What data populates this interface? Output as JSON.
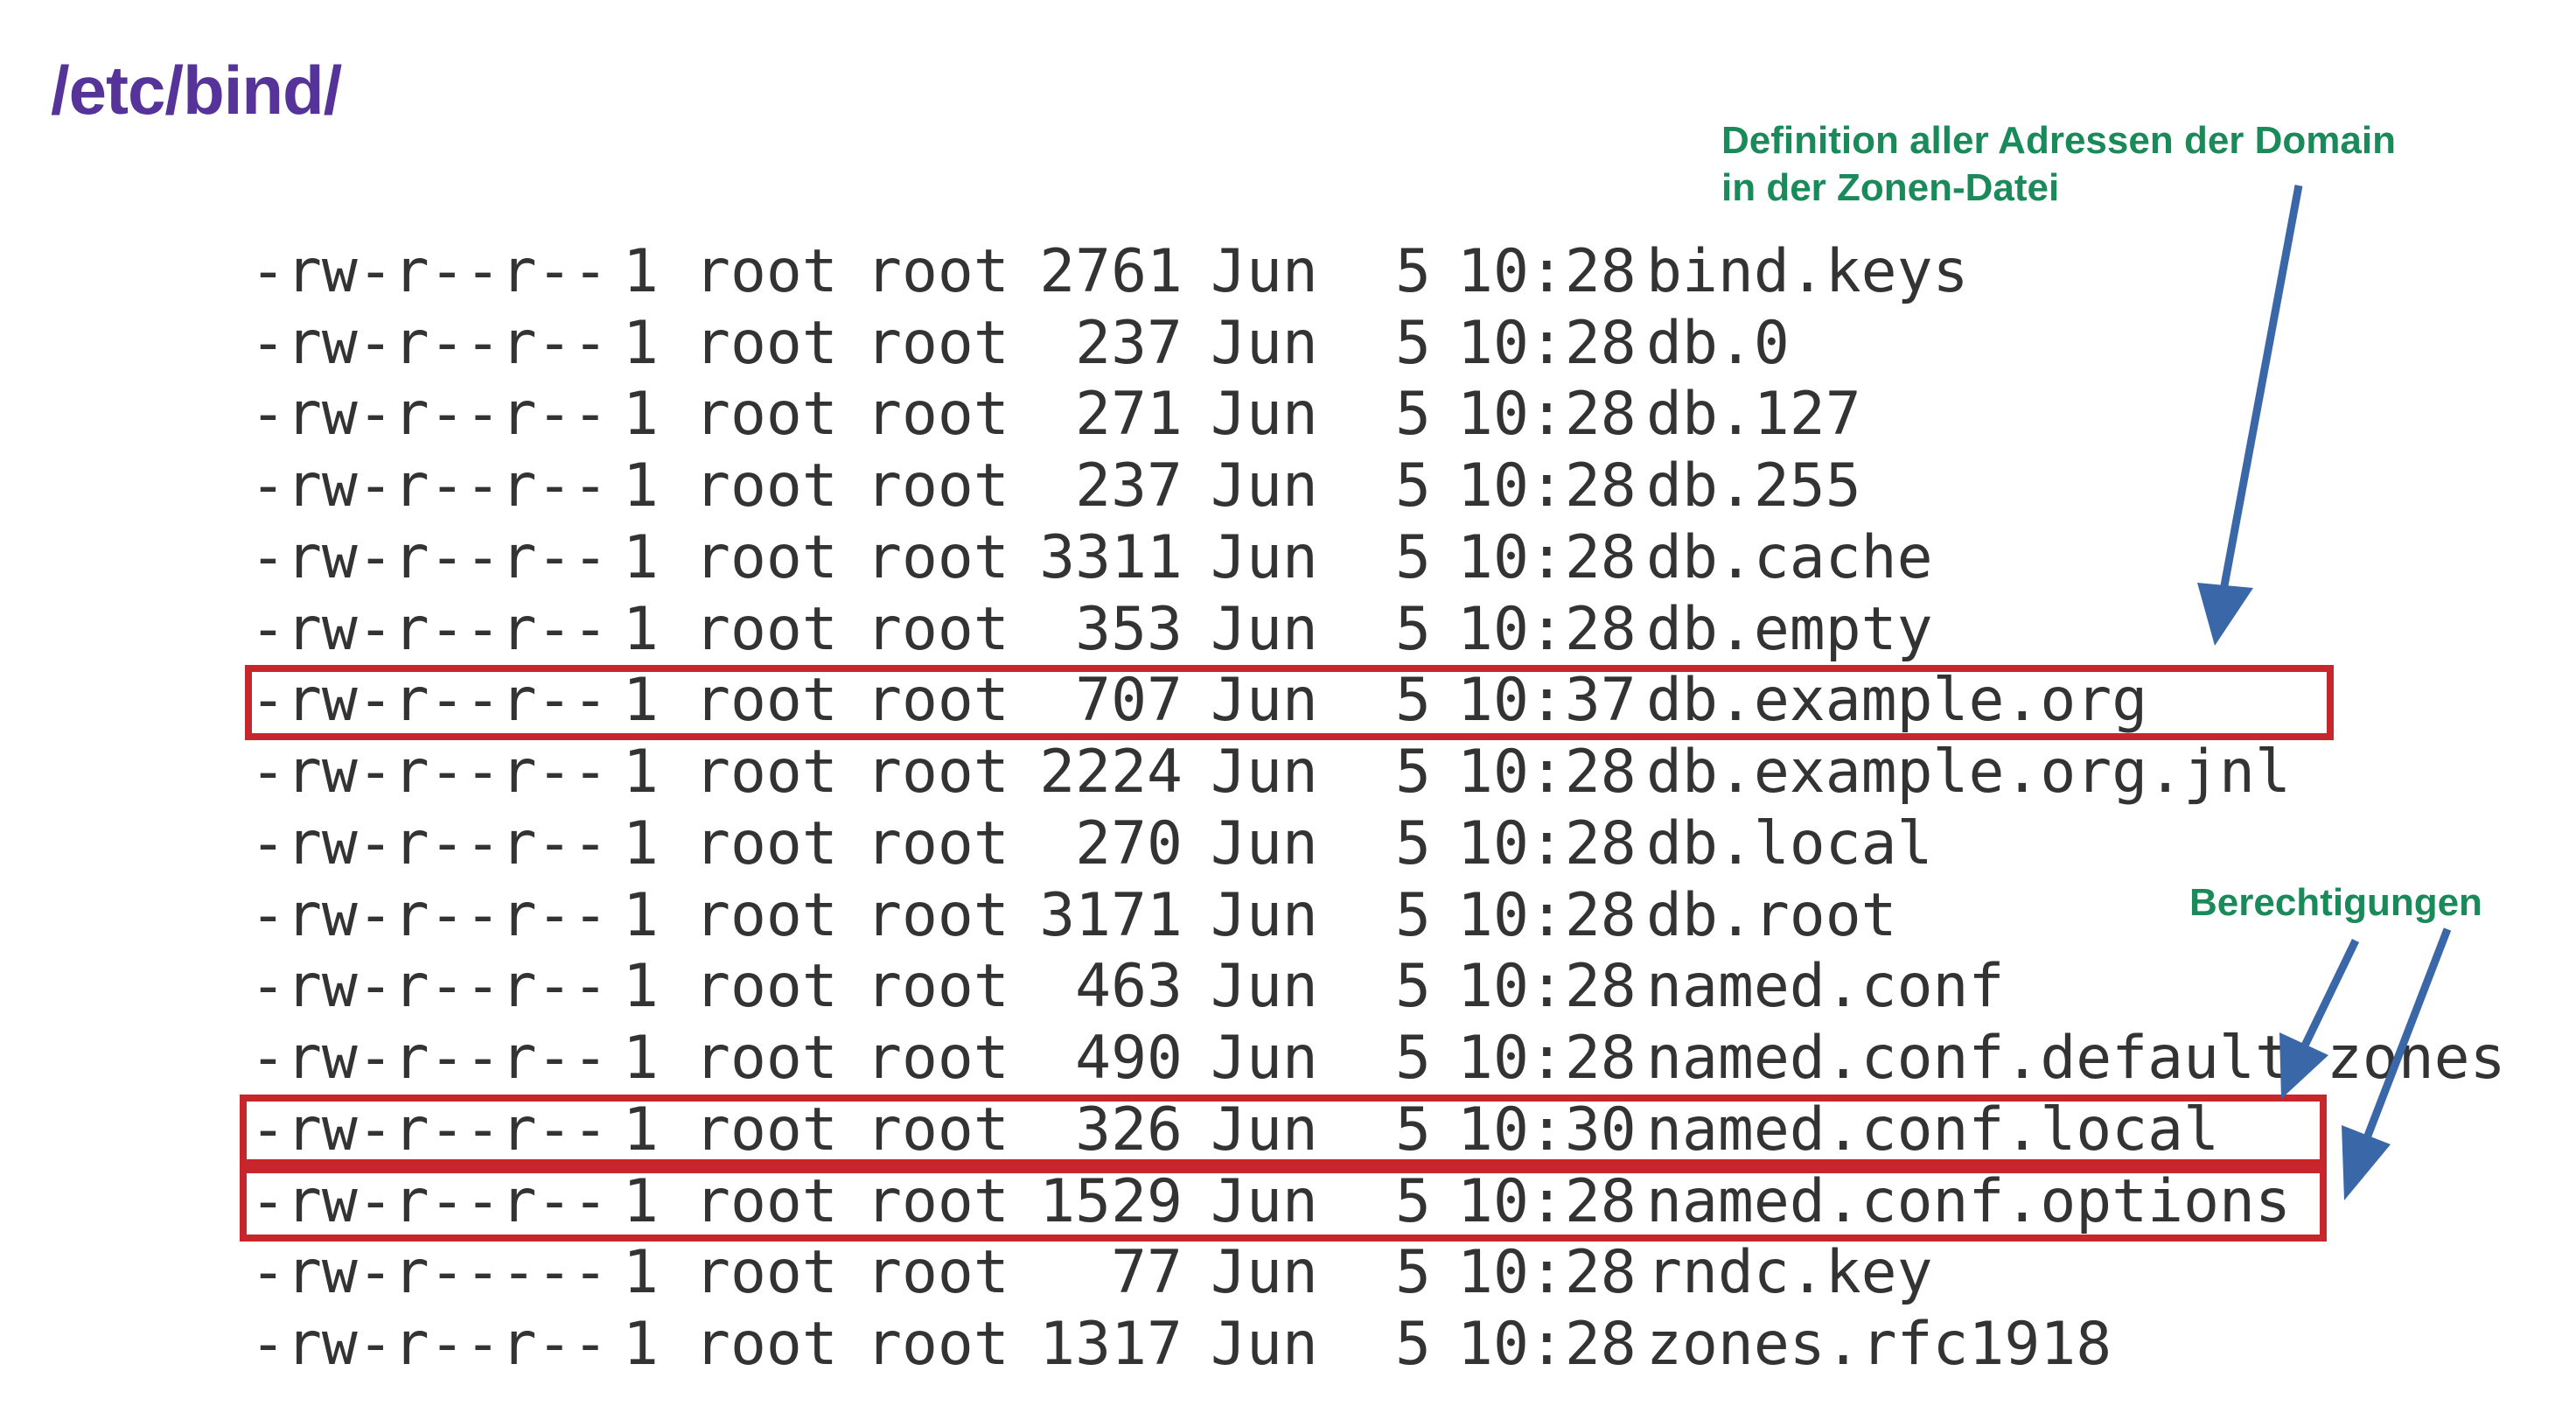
{
  "title": "/etc/bind/",
  "annotations": {
    "definition_line1": "Definition aller Adressen der Domain",
    "definition_line2": "in der Zonen-Datei",
    "permissions": "Berechtigungen"
  },
  "colors": {
    "title": "#553399",
    "annotation_text": "#1a8a5a",
    "highlight_box": "#c8262d",
    "arrow": "#3a67a8",
    "listing_text": "#333333"
  },
  "files": [
    {
      "perm": "-rw-r--r--",
      "links": "1",
      "owner": "root",
      "group": "root",
      "size": "2761",
      "month": "Jun",
      "day": "5",
      "time": "10:28",
      "name": "bind.keys",
      "highlighted": false
    },
    {
      "perm": "-rw-r--r--",
      "links": "1",
      "owner": "root",
      "group": "root",
      "size": "237",
      "month": "Jun",
      "day": "5",
      "time": "10:28",
      "name": "db.0",
      "highlighted": false
    },
    {
      "perm": "-rw-r--r--",
      "links": "1",
      "owner": "root",
      "group": "root",
      "size": "271",
      "month": "Jun",
      "day": "5",
      "time": "10:28",
      "name": "db.127",
      "highlighted": false
    },
    {
      "perm": "-rw-r--r--",
      "links": "1",
      "owner": "root",
      "group": "root",
      "size": "237",
      "month": "Jun",
      "day": "5",
      "time": "10:28",
      "name": "db.255",
      "highlighted": false
    },
    {
      "perm": "-rw-r--r--",
      "links": "1",
      "owner": "root",
      "group": "root",
      "size": "3311",
      "month": "Jun",
      "day": "5",
      "time": "10:28",
      "name": "db.cache",
      "highlighted": false
    },
    {
      "perm": "-rw-r--r--",
      "links": "1",
      "owner": "root",
      "group": "root",
      "size": "353",
      "month": "Jun",
      "day": "5",
      "time": "10:28",
      "name": "db.empty",
      "highlighted": false
    },
    {
      "perm": "-rw-r--r--",
      "links": "1",
      "owner": "root",
      "group": "root",
      "size": "707",
      "month": "Jun",
      "day": "5",
      "time": "10:37",
      "name": "db.example.org",
      "highlighted": true
    },
    {
      "perm": "-rw-r--r--",
      "links": "1",
      "owner": "root",
      "group": "root",
      "size": "2224",
      "month": "Jun",
      "day": "5",
      "time": "10:28",
      "name": "db.example.org.jnl",
      "highlighted": false
    },
    {
      "perm": "-rw-r--r--",
      "links": "1",
      "owner": "root",
      "group": "root",
      "size": "270",
      "month": "Jun",
      "day": "5",
      "time": "10:28",
      "name": "db.local",
      "highlighted": false
    },
    {
      "perm": "-rw-r--r--",
      "links": "1",
      "owner": "root",
      "group": "root",
      "size": "3171",
      "month": "Jun",
      "day": "5",
      "time": "10:28",
      "name": "db.root",
      "highlighted": false
    },
    {
      "perm": "-rw-r--r--",
      "links": "1",
      "owner": "root",
      "group": "root",
      "size": "463",
      "month": "Jun",
      "day": "5",
      "time": "10:28",
      "name": "named.conf",
      "highlighted": false
    },
    {
      "perm": "-rw-r--r--",
      "links": "1",
      "owner": "root",
      "group": "root",
      "size": "490",
      "month": "Jun",
      "day": "5",
      "time": "10:28",
      "name": "named.conf.default-zones",
      "highlighted": false
    },
    {
      "perm": "-rw-r--r--",
      "links": "1",
      "owner": "root",
      "group": "root",
      "size": "326",
      "month": "Jun",
      "day": "5",
      "time": "10:30",
      "name": "named.conf.local",
      "highlighted": true
    },
    {
      "perm": "-rw-r--r--",
      "links": "1",
      "owner": "root",
      "group": "root",
      "size": "1529",
      "month": "Jun",
      "day": "5",
      "time": "10:28",
      "name": "named.conf.options",
      "highlighted": true
    },
    {
      "perm": "-rw-r-----",
      "links": "1",
      "owner": "root",
      "group": "root",
      "size": "77",
      "month": "Jun",
      "day": "5",
      "time": "10:28",
      "name": "rndc.key",
      "highlighted": false
    },
    {
      "perm": "-rw-r--r--",
      "links": "1",
      "owner": "root",
      "group": "root",
      "size": "1317",
      "month": "Jun",
      "day": "5",
      "time": "10:28",
      "name": "zones.rfc1918",
      "highlighted": false
    }
  ]
}
